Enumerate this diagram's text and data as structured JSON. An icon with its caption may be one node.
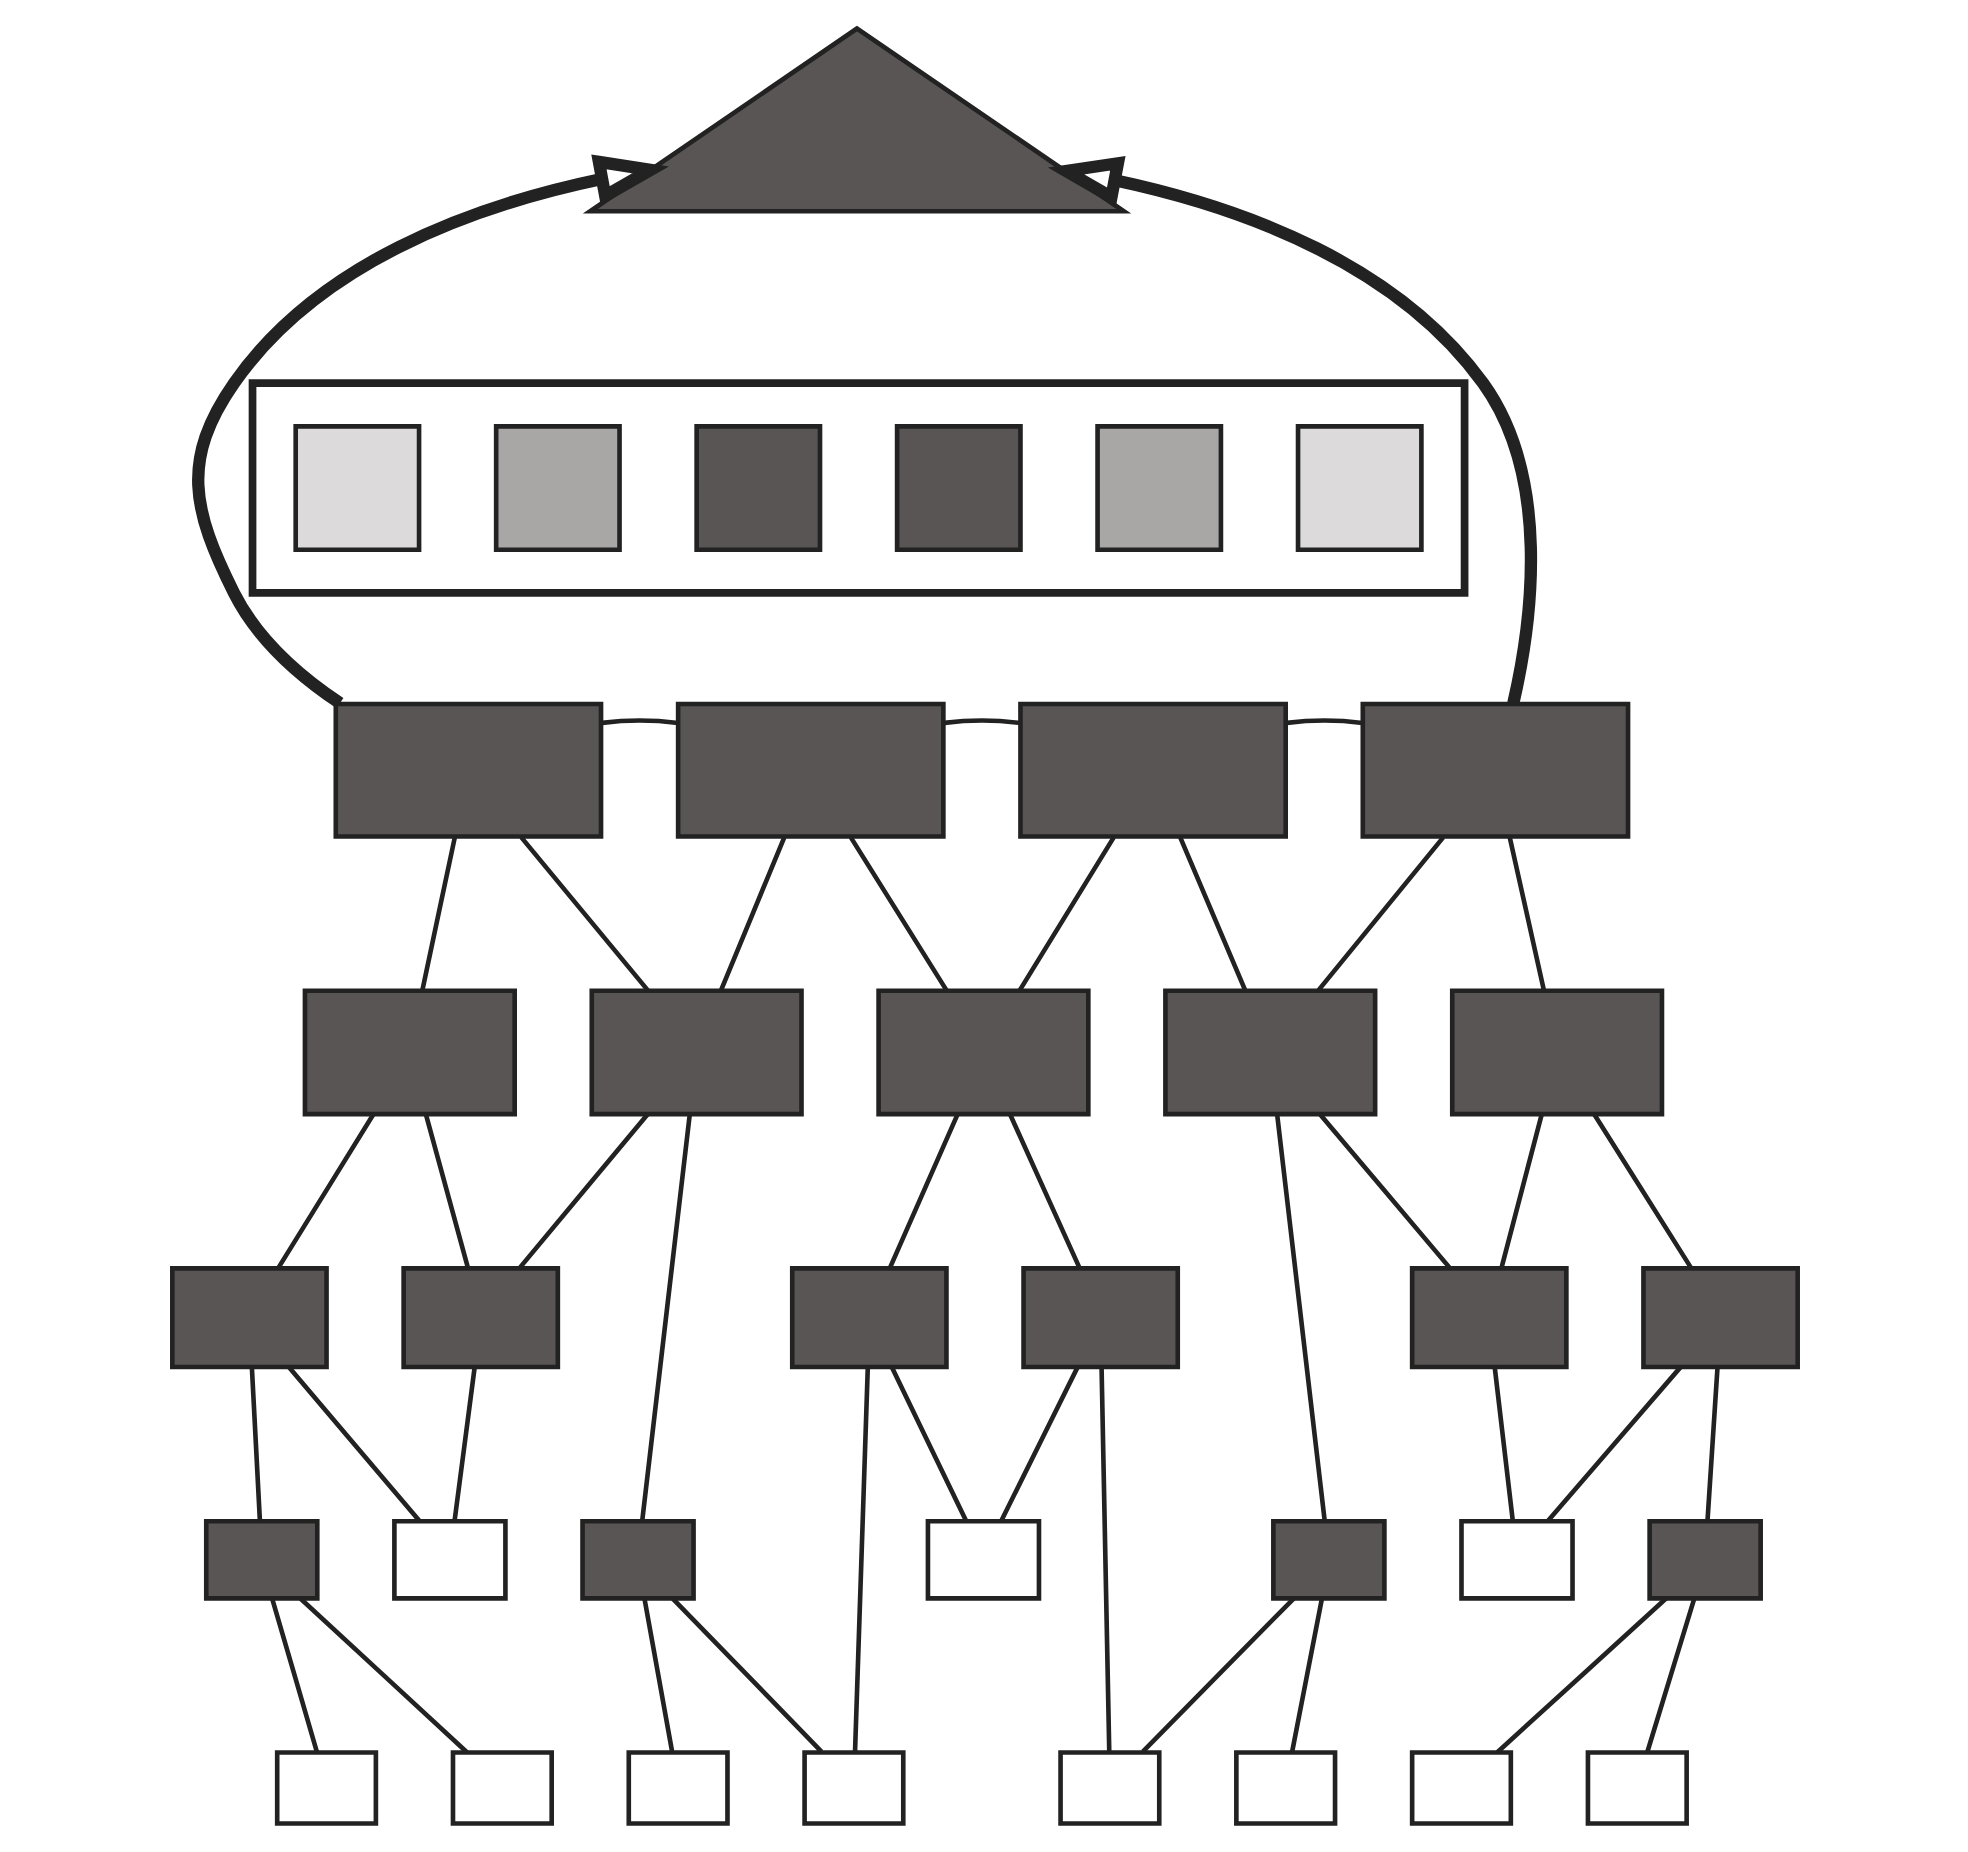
{
  "diagram": {
    "nodes": [
      {
        "text": [],
        "shape": "triangle"
      },
      {
        "text": [],
        "shape": "arrow"
      },
      {
        "text": [],
        "shape": "bar",
        "in": 1
      },
      {
        "text": [],
        "shape": "bar",
        "in": 1
      },
      {
        "text": [],
        "shape": "bar",
        "in": 1
      },
      {
        "text": [],
        "shape": "bar",
        "in": 1
      },
      {
        "text": [],
        "shape": "bar",
        "in": 1
      },
      {
        "text": [],
        "shape": "bar",
        "in": 1
      },
      {
        "text": [],
        "shape": "box"
      },
      {
        "text": [],
        "shape": "box"
      },
      {
        "text": [],
        "shape": "box"
      },
      {
        "text": [],
        "shape": "box"
      },
      {
        "text": [],
        "shape": "box"
      },
      {
        "text": [],
        "shape": "box"
      },
      {
        "text": [],
        "shape": "box"
      },
      {
        "text": [],
        "shape": "box"
      },
      {
        "text": [],
        "shape": "box"
      },
      {
        "text": [],
        "shape": "box"
      },
      {
        "text": [],
        "shape": "box"
      },
      {
        "text": [],
        "shape": "box"
      },
      {
        "text": [],
        "shape": "box"
      },
      {
        "text": [],
        "shape": "box"
      },
      {
        "text": [],
        "shape": "box"
      },
      {
        "text": [],
        "shape": "box"
      },
      {
        "text": [],
        "shape": "box"
      },
      {
        "text": [],
        "shape": "box"
      },
      {
        "text": [],
        "shape": "box"
      },
      {
        "text": [],
        "shape": "box"
      },
      {
        "text": [],
        "shape": "box"
      },
      {
        "text": [],
        "shape": "box"
      },
      {
        "text": [],
        "shape": "box"
      },
      {
        "text": [],
        "shape": "box"
      },
      {
        "text": [],
        "shape": "box"
      },
      {
        "text": [],
        "shape": "box"
      },
      {
        "text": [],
        "shape": "box"
      },
      {
        "text": [],
        "shape": "box"
      },
      {
        "text": [],
        "shape": "box"
      },
      {
        "text": [],
        "shape": "box"
      }
    ],
    "edges": [
      {
        "from": 8,
        "to": 0,
        "arrow": "to",
        "style": "thick"
      },
      {
        "from": 11,
        "to": 0,
        "arrow": "to",
        "style": "thick"
      },
      {
        "from": 8,
        "to": 9,
        "arrow": "none"
      },
      {
        "from": 9,
        "to": 10,
        "arrow": "none"
      },
      {
        "from": 10,
        "to": 11,
        "arrow": "none"
      },
      {
        "from": 8,
        "to": 12,
        "arrow": "none"
      },
      {
        "from": 8,
        "to": 13,
        "arrow": "none"
      },
      {
        "from": 9,
        "to": 13,
        "arrow": "none"
      },
      {
        "from": 9,
        "to": 14,
        "arrow": "none"
      },
      {
        "from": 10,
        "to": 14,
        "arrow": "none"
      },
      {
        "from": 10,
        "to": 15,
        "arrow": "none"
      },
      {
        "from": 11,
        "to": 15,
        "arrow": "none"
      },
      {
        "from": 11,
        "to": 16,
        "arrow": "none"
      },
      {
        "from": 12,
        "to": 17,
        "arrow": "none"
      },
      {
        "from": 12,
        "to": 18,
        "arrow": "none"
      },
      {
        "from": 13,
        "to": 18,
        "arrow": "none"
      },
      {
        "from": 13,
        "to": 25,
        "arrow": "none"
      },
      {
        "from": 14,
        "to": 19,
        "arrow": "none"
      },
      {
        "from": 14,
        "to": 20,
        "arrow": "none"
      },
      {
        "from": 15,
        "to": 27,
        "arrow": "none"
      },
      {
        "from": 15,
        "to": 21,
        "arrow": "none"
      },
      {
        "from": 16,
        "to": 21,
        "arrow": "none"
      },
      {
        "from": 16,
        "to": 22,
        "arrow": "none"
      },
      {
        "from": 17,
        "to": 23,
        "arrow": "none"
      },
      {
        "from": 17,
        "to": 24,
        "arrow": "none"
      },
      {
        "from": 18,
        "to": 24,
        "arrow": "none"
      },
      {
        "from": 19,
        "to": 33,
        "arrow": "none"
      },
      {
        "from": 19,
        "to": 26,
        "arrow": "none"
      },
      {
        "from": 20,
        "to": 26,
        "arrow": "none"
      },
      {
        "from": 20,
        "to": 34,
        "arrow": "none"
      },
      {
        "from": 21,
        "to": 28,
        "arrow": "none"
      },
      {
        "from": 22,
        "to": 28,
        "arrow": "none"
      },
      {
        "from": 22,
        "to": 29,
        "arrow": "none"
      },
      {
        "from": 23,
        "to": 30,
        "arrow": "none"
      },
      {
        "from": 23,
        "to": 31,
        "arrow": "none"
      },
      {
        "from": 25,
        "to": 32,
        "arrow": "none"
      },
      {
        "from": 25,
        "to": 33,
        "arrow": "none"
      },
      {
        "from": 27,
        "to": 34,
        "arrow": "none"
      },
      {
        "from": 27,
        "to": 35,
        "arrow": "none"
      },
      {
        "from": 29,
        "to": 36,
        "arrow": "none"
      },
      {
        "from": 29,
        "to": 37,
        "arrow": "none"
      }
    ]
  }
}
